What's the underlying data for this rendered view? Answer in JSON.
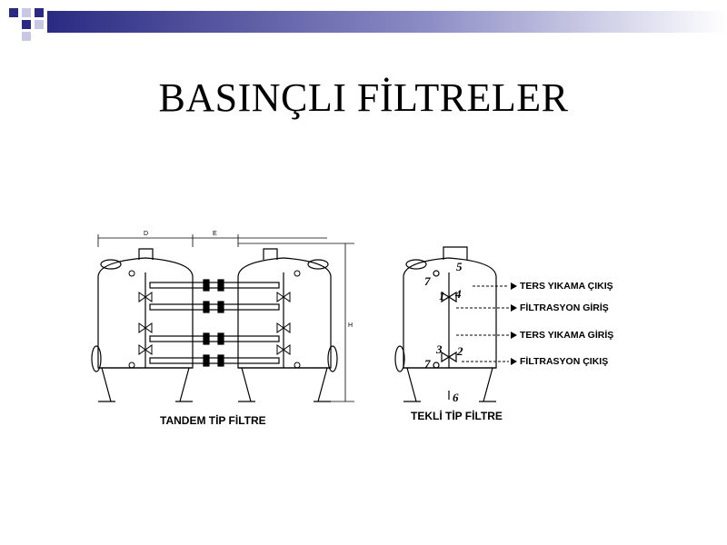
{
  "slide": {
    "title": "BASINÇLI FİLTRELER",
    "accent_color": "#2a2a82"
  },
  "diagram": {
    "tandem_caption": "TANDEM TİP FİLTRE",
    "single_caption": "TEKLİ TİP FİLTRE",
    "dimension_labels": {
      "d": "D",
      "e": "E",
      "h": "H"
    },
    "connections": [
      {
        "label": "TERS YIKAMA ÇIKIŞ"
      },
      {
        "label": "FİLTRASYON GİRİŞ"
      },
      {
        "label": "TERS YIKAMA GİRİŞ"
      },
      {
        "label": "FİLTRASYON ÇIKIŞ"
      }
    ],
    "valve_numbers": [
      "5",
      "7",
      "1",
      "4",
      "3",
      "2",
      "7",
      "6"
    ]
  }
}
